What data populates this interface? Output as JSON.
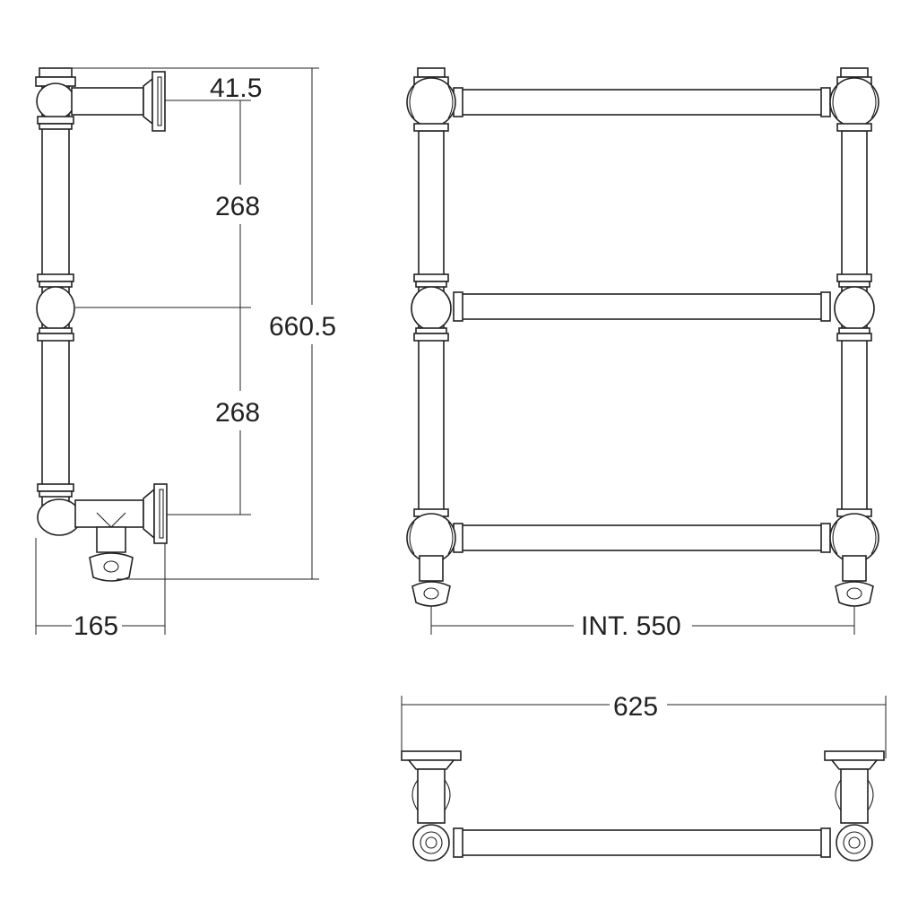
{
  "dimensions": {
    "wall_projection_top": "41.5",
    "rail_spacing_upper": "268",
    "rail_spacing_lower": "268",
    "overall_height": "660.5",
    "depth": "165",
    "internal_width": "INT. 550",
    "overall_width": "625"
  },
  "colors": {
    "line": "#222222",
    "background": "#ffffff"
  }
}
